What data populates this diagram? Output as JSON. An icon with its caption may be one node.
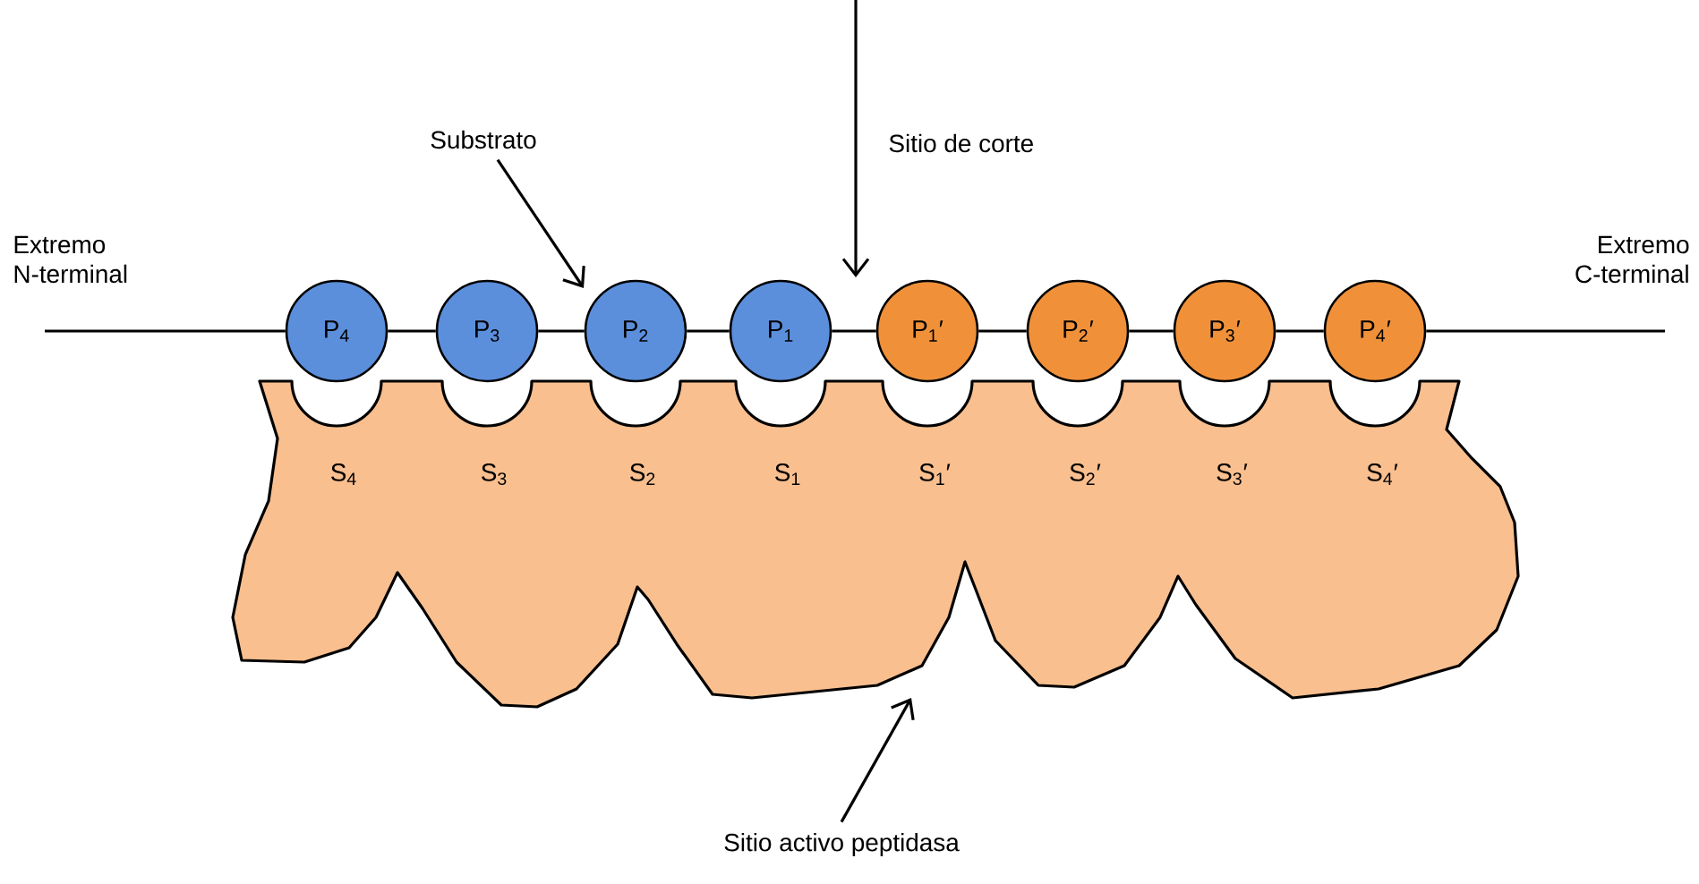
{
  "diagram": {
    "nodes": [
      {
        "text": [
          "S$_{4}$",
          "S$_{3}$",
          "S$_{2}$",
          "S$_{1}$",
          "S$_{1}$′",
          "S$_{2}$′",
          "S$_{3}$′",
          "S$_{4}$′"
        ]
      },
      {
        "text": [
          "P$_{4}$"
        ]
      },
      {
        "text": [
          "P$_{3}$"
        ]
      },
      {
        "text": [
          "P$_{2}$"
        ]
      },
      {
        "text": [
          "P$_{1}$"
        ]
      },
      {
        "text": [
          "P$_{1}$′"
        ]
      },
      {
        "text": [
          "P$_{2}$′"
        ]
      },
      {
        "text": [
          "P$_{3}$′"
        ]
      },
      {
        "text": [
          "P$_{4}$′"
        ]
      },
      {
        "text": [
          "Substrato"
        ]
      },
      {
        "text": [
          "Sitio activo peptidasa"
        ]
      }
    ],
    "edges": [
      {
        "from": null,
        "to": 1,
        "arrow": "none"
      },
      {
        "from": 1,
        "to": 2,
        "arrow": "none"
      },
      {
        "from": 2,
        "to": 3,
        "arrow": "none"
      },
      {
        "from": 3,
        "to": 4,
        "arrow": "none"
      },
      {
        "from": 4,
        "to": 5,
        "arrow": "none"
      },
      {
        "from": 5,
        "to": 6,
        "arrow": "none"
      },
      {
        "from": 6,
        "to": 7,
        "arrow": "none"
      },
      {
        "from": 7,
        "to": 8,
        "arrow": "none"
      },
      {
        "from": 8,
        "to": null,
        "arrow": "none"
      },
      {
        "from": 9,
        "to": 3,
        "arrow": "to"
      },
      {
        "from": 10,
        "to": 0,
        "arrow": "to"
      }
    ],
    "labels": [
      "Sitio de corte",
      "Extremo N-terminal",
      "Extremo C-terminal"
    ]
  }
}
